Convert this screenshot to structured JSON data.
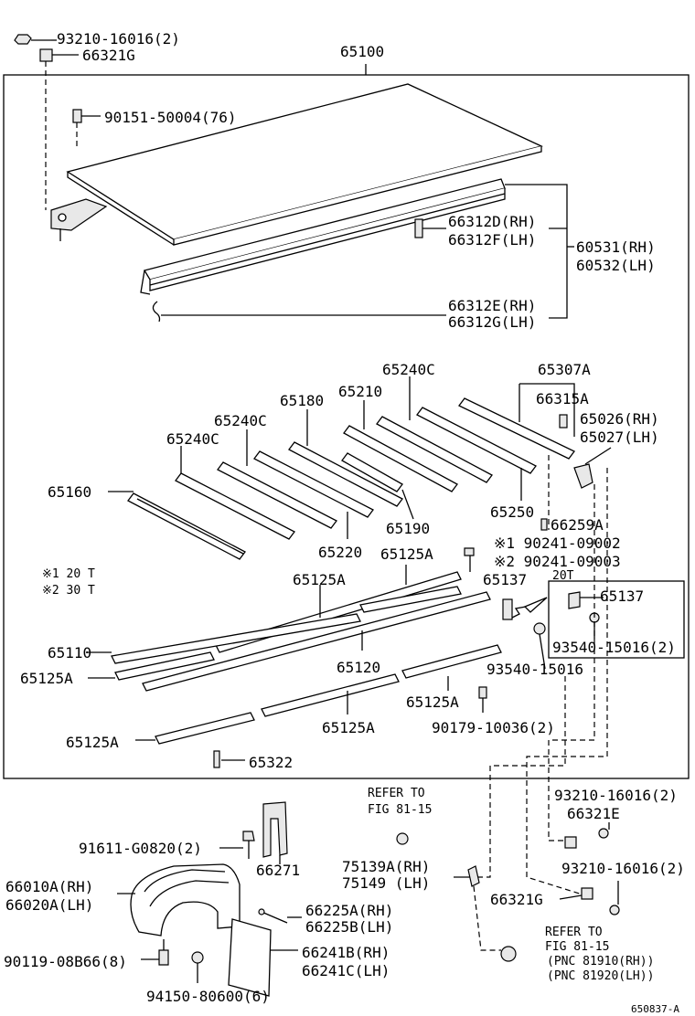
{
  "labels": {
    "p93210_16016_2_top": "93210-16016(2)",
    "p66321G_top": "66321G",
    "p65100": "65100",
    "p90151_50004_76": "90151-50004(76)",
    "p66312D_RH": "66312D(RH)",
    "p66312F_LH": "66312F(LH)",
    "p60531_RH": "60531(RH)",
    "p60532_LH": "60532(LH)",
    "p66312E_RH": "66312E(RH)",
    "p66312G_LH": "66312G(LH)",
    "p65240C_a": "65240C",
    "p65307A": "65307A",
    "p65180": "65180",
    "p65210": "65210",
    "p66315A": "66315A",
    "p65240C_b": "65240C",
    "p65026_RH": "65026(RH)",
    "p65240C_c": "65240C",
    "p65027_LH": "65027(LH)",
    "p65160": "65160",
    "p65250": "65250",
    "p65190": "65190",
    "p66259A": "66259A",
    "p90241_09002": "※1 90241-09002",
    "p65220": "65220",
    "p65125A_a": "65125A",
    "p90241_09003": "※2 90241-09003",
    "note1": "※1  20 T",
    "note2": "※2  30 T",
    "p65125A_b": "65125A",
    "p65137_a": "65137",
    "t20T": "20T",
    "p65137_b": "65137",
    "p65110": "65110",
    "p93540_15016_2": "93540-15016(2)",
    "p65125A_c": "65125A",
    "p65120": "65120",
    "p93540_15016": "93540-15016",
    "p65125A_d": "65125A",
    "p90179_10036_2": "90179-10036(2)",
    "p65125A_e": "65125A",
    "p65125A_f": "65125A",
    "p65322": "65322",
    "refer1_a": "REFER TO",
    "refer1_b": "FIG 81-15",
    "p93210_16016_2_b": "93210-16016(2)",
    "p66321E": "66321E",
    "p91611_G0820_2": "91611-G0820(2)",
    "p66271": "66271",
    "p75139A_RH": "75139A(RH)",
    "p75149_LH": "75149 (LH)",
    "p93210_16016_2_c": "93210-16016(2)",
    "p66010A_RH": "66010A(RH)",
    "p66020A_LH": "66020A(LH)",
    "p66321G_b": "66321G",
    "p66225A_RH": "66225A(RH)",
    "p66225B_LH": "66225B(LH)",
    "refer2_a": "REFER TO",
    "refer2_b": "FIG 81-15",
    "p90119_08B66_8": "90119-08B66(8)",
    "p66241B_RH": "66241B(RH)",
    "p66241C_LH": "66241C(LH)",
    "pnc1": "(PNC 81910(RH))",
    "pnc2": "(PNC 81920(LH))",
    "p94150_80600_6": "94150-80600(6)",
    "figno": "650837-A"
  }
}
